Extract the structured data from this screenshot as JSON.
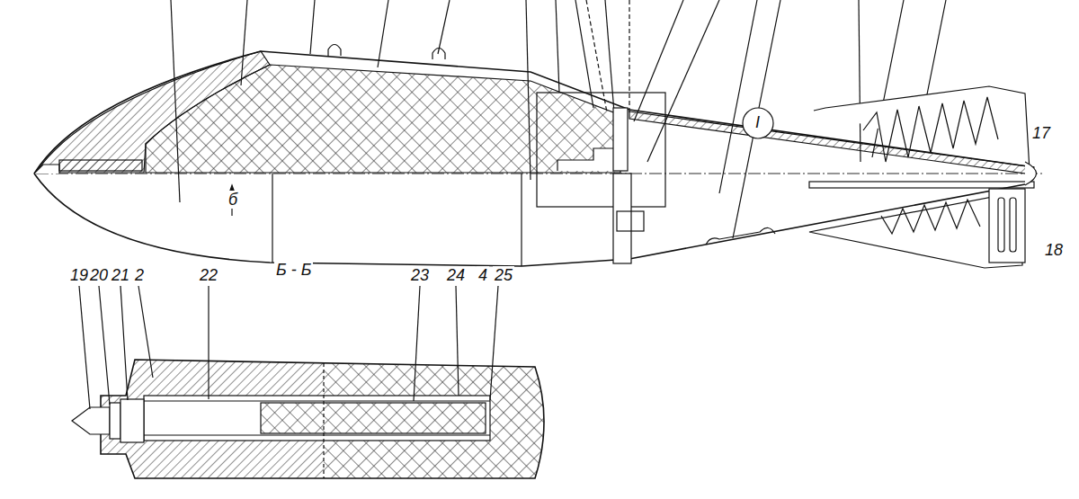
{
  "diagram": {
    "labels": [
      "17",
      "18",
      "б",
      "Б - Б",
      "I",
      "19",
      "20",
      "21",
      "2",
      "22",
      "23",
      "24",
      "4",
      "25"
    ]
  }
}
